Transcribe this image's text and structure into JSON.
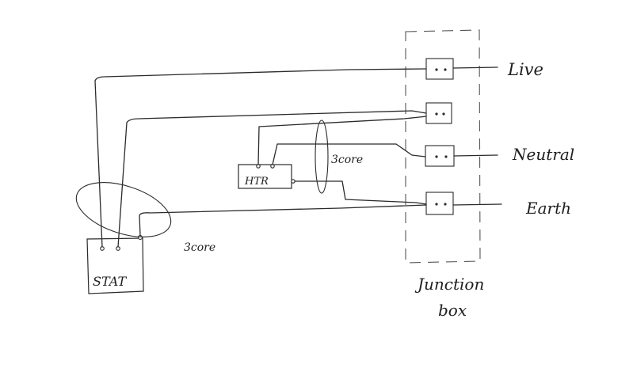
{
  "labels": {
    "live": "Live",
    "neutral": "Neutral",
    "earth": "Earth",
    "heater": "HTR",
    "thermostat": "STAT",
    "cable_heater": "3core",
    "cable_stat": "3core",
    "junction_line1": "Junction",
    "junction_line2": "box"
  },
  "colors": {
    "ink": "#2b2b2b",
    "paper": "#ffffff"
  }
}
